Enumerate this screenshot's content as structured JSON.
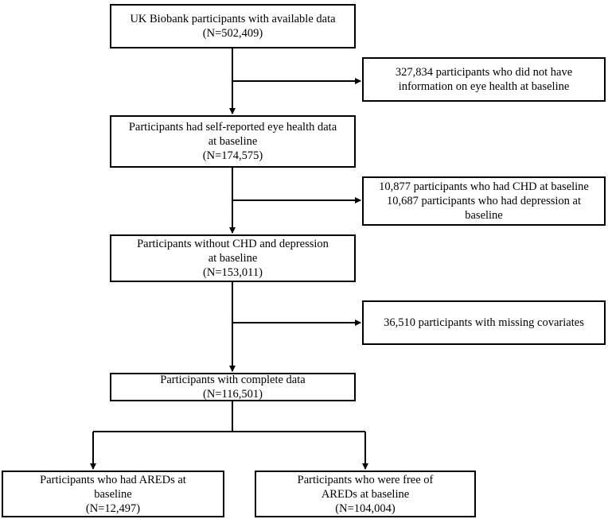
{
  "boxes": {
    "enrolled": {
      "line1": "UK Biobank participants with available data",
      "line2": "(N=502,409)"
    },
    "excluded_eye": {
      "line1": "327,834 participants who did not have",
      "line2": "information on eye health at baseline"
    },
    "eye_data": {
      "line1": "Participants had self-reported eye health data",
      "line2": "at baseline",
      "line3": "(N=174,575)"
    },
    "excluded_chd_dep": {
      "line1": "10,877 participants who had CHD at baseline",
      "line2": "10,687 participants who had depression at",
      "line3": "baseline"
    },
    "no_chd_dep": {
      "line1": "Participants without CHD and depression",
      "line2": "at baseline",
      "line3": "(N=153,011)"
    },
    "excluded_cov": {
      "line1": "36,510 participants with missing covariates"
    },
    "complete": {
      "line1": "Participants with complete data",
      "line2": "(N=116,501)"
    },
    "with_areds": {
      "line1": "Participants who had AREDs at",
      "line2": "baseline",
      "line3": "(N=12,497)"
    },
    "free_areds": {
      "line1": "Participants who were free of",
      "line2": "AREDs at baseline",
      "line3": "(N=104,004)"
    }
  }
}
